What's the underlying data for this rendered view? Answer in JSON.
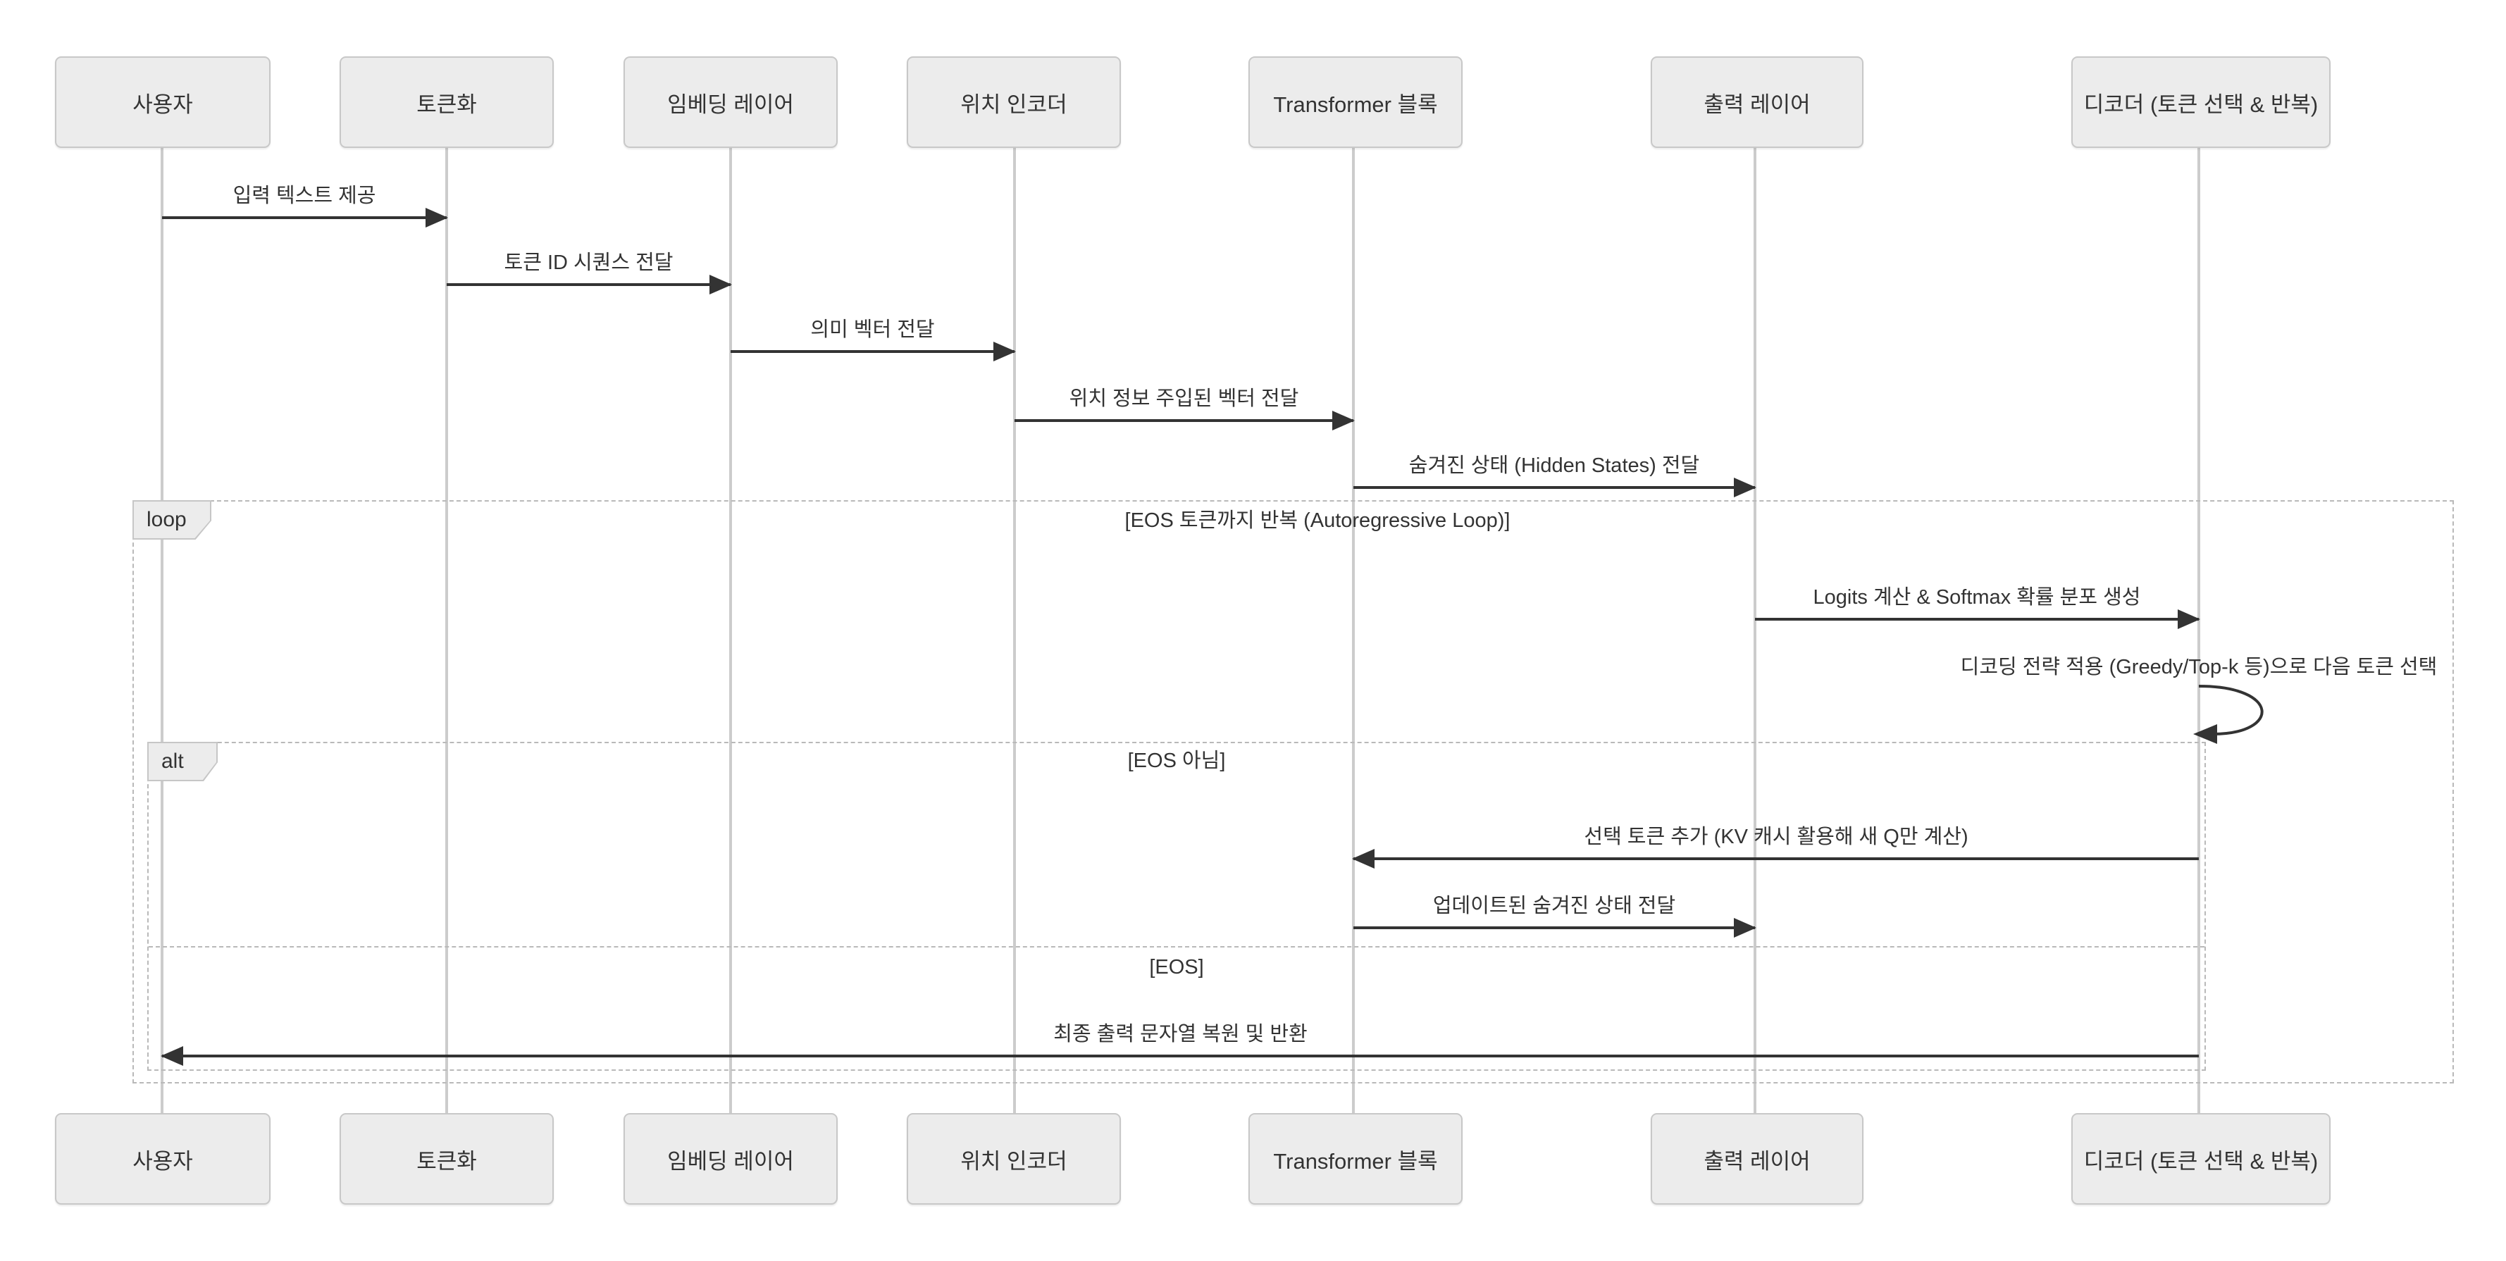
{
  "diagram": {
    "type": "sequence",
    "participants": [
      {
        "id": "user",
        "label": "사용자"
      },
      {
        "id": "tokenizer",
        "label": "토큰화"
      },
      {
        "id": "embedding",
        "label": "임베딩 레이어"
      },
      {
        "id": "positional",
        "label": "위치 인코더"
      },
      {
        "id": "transformer",
        "label": "Transformer 블록"
      },
      {
        "id": "output",
        "label": "출력 레이어"
      },
      {
        "id": "decoder",
        "label": "디코더 (토큰 선택 & 반복)"
      }
    ],
    "messages": [
      {
        "from": "user",
        "to": "tokenizer",
        "label": "입력 텍스트 제공"
      },
      {
        "from": "tokenizer",
        "to": "embedding",
        "label": "토큰 ID 시퀀스 전달"
      },
      {
        "from": "embedding",
        "to": "positional",
        "label": "의미 벡터 전달"
      },
      {
        "from": "positional",
        "to": "transformer",
        "label": "위치 정보 주입된 벡터 전달"
      },
      {
        "from": "transformer",
        "to": "output",
        "label": "숨겨진 상태 (Hidden States) 전달"
      },
      {
        "from": "output",
        "to": "decoder",
        "label": "Logits 계산 & Softmax 확률 분포 생성"
      },
      {
        "from": "decoder",
        "to": "decoder",
        "label": "디코딩 전략 적용 (Greedy/Top-k 등)으로 다음 토큰 선택"
      },
      {
        "from": "decoder",
        "to": "transformer",
        "label": "선택 토큰 추가 (KV 캐시 활용해 새 Q만 계산)"
      },
      {
        "from": "transformer",
        "to": "output",
        "label": "업데이트된 숨겨진 상태 전달"
      },
      {
        "from": "decoder",
        "to": "user",
        "label": "최종 출력 문자열 복원 및 반환"
      }
    ],
    "fragments": {
      "loop": {
        "tag": "loop",
        "title": "[EOS 토큰까지 반복 (Autoregressive Loop)]"
      },
      "alt": {
        "tag": "alt",
        "branch_if": "[EOS 아님]",
        "branch_else": "[EOS]"
      }
    },
    "colors": {
      "background": "#ffffff",
      "participant_fill": "#ececec",
      "participant_border": "#c8c8c8",
      "lifeline": "#cccccc",
      "arrow": "#333333",
      "text": "#333333",
      "frame_border": "#b9b9b9"
    }
  }
}
